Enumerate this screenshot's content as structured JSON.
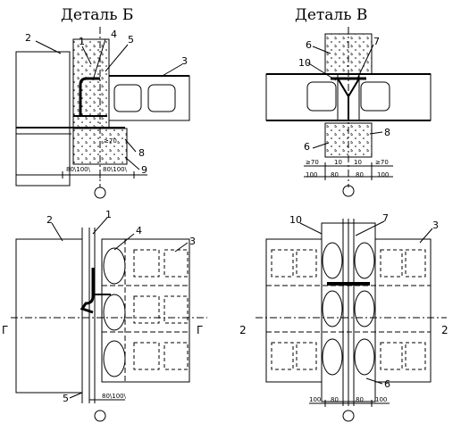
{
  "titles": {
    "left": "Деталь Б",
    "right": "Деталь В"
  },
  "top_left": {
    "callouts": [
      "2",
      "1",
      "4",
      "5",
      "3",
      "8",
      "9"
    ],
    "note": "≥70",
    "dims": [
      "80\\100\\",
      "80\\100\\"
    ]
  },
  "top_right": {
    "callouts": [
      "6",
      "10",
      "7",
      "6",
      "8"
    ],
    "note_left": "≥70",
    "note_mid1": "10",
    "note_mid2": "10",
    "note_right": "≥70",
    "dims": [
      "100",
      "80",
      "80",
      "100"
    ]
  },
  "bottom_left": {
    "callouts": [
      "2",
      "1",
      "4",
      "3",
      "5"
    ],
    "dims": [
      "80\\100\\"
    ],
    "section_left": "Г",
    "section_right": "Г"
  },
  "bottom_right": {
    "callouts": [
      "10",
      "7",
      "3",
      "6"
    ],
    "section_left": "2",
    "section_right": "2",
    "dims": [
      "100",
      "80",
      "80",
      "100"
    ]
  }
}
